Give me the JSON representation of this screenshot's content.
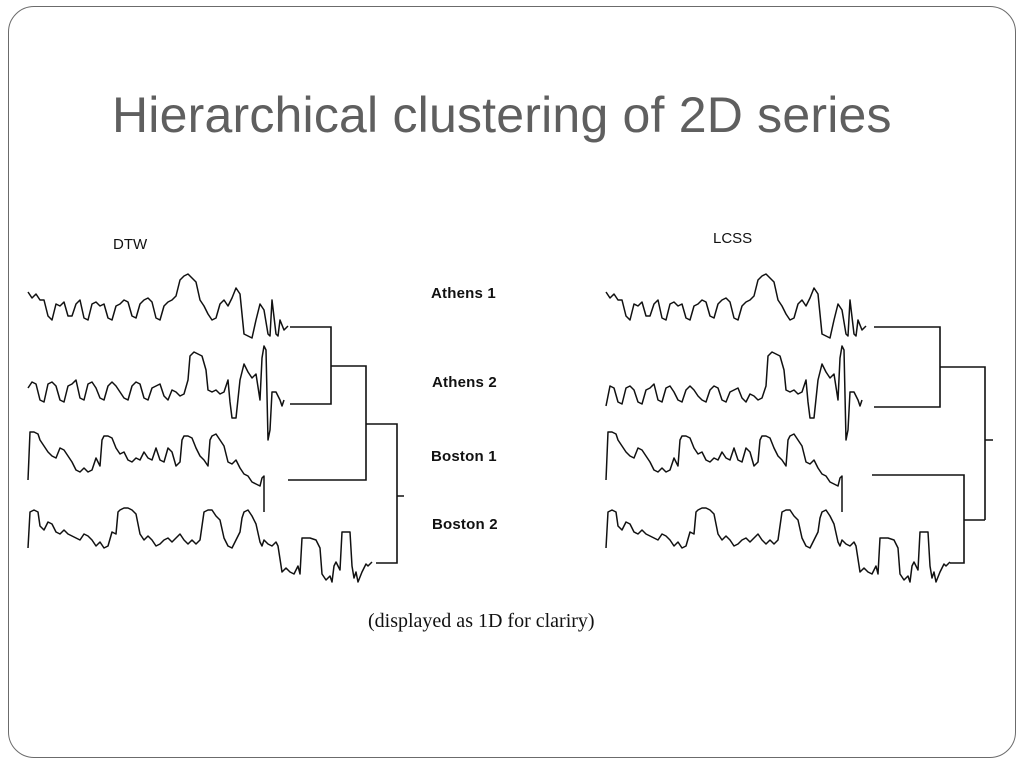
{
  "slide": {
    "title": "Hierarchical clustering of 2D series",
    "caption": "(displayed as 1D for clariry)"
  },
  "panels": {
    "left": {
      "label": "DTW"
    },
    "right": {
      "label": "LCSS"
    }
  },
  "series_labels": [
    "Athens 1",
    "Athens 2",
    "Boston 1",
    "Boston 2"
  ],
  "dendrograms": {
    "DTW": {
      "merge_order": [
        [
          "Athens 1",
          "Athens 2"
        ],
        [
          "Athens 1+2",
          "Boston 1"
        ],
        [
          "Athens 1+2+Boston 1",
          "Boston 2"
        ]
      ]
    },
    "LCSS": {
      "merge_order": [
        [
          "Athens 1",
          "Athens 2"
        ],
        [
          "Boston 1",
          "Boston 2"
        ],
        [
          "Athens",
          "Boston"
        ]
      ]
    }
  }
}
